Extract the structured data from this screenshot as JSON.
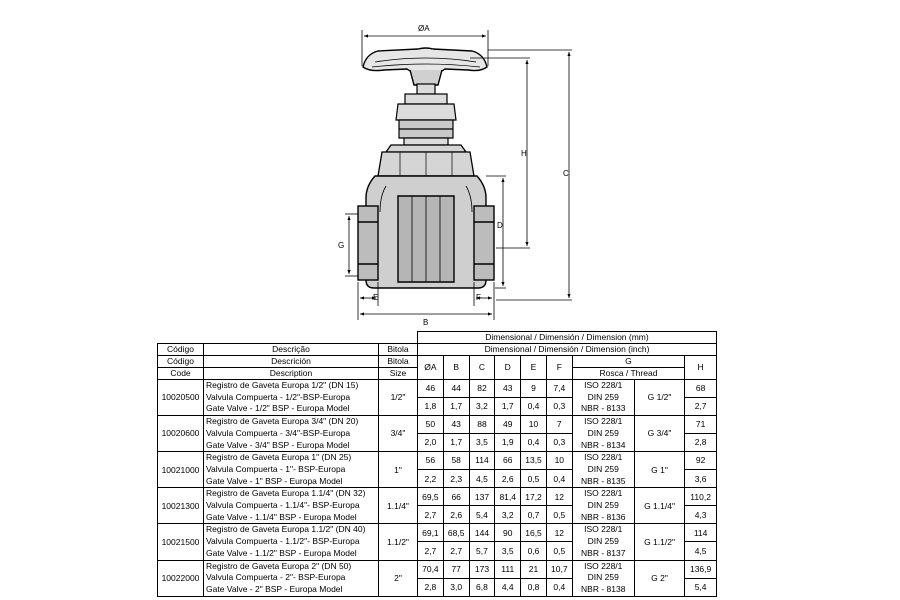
{
  "drawing": {
    "labels": {
      "a": "ØA",
      "h": "H",
      "c": "C",
      "d": "D",
      "g": "G",
      "e": "E",
      "f": "F",
      "b": "B"
    }
  },
  "table": {
    "header": {
      "dim_mm": "Dimensional / Dimensión / Dimension (mm)",
      "dim_inch": "Dimensional / Dimensión / Dimension (inch)",
      "codigo_pt": "Código",
      "codigo_es": "Código",
      "code_en": "Code",
      "desc_pt": "Descrição",
      "desc_es": "Descrición",
      "desc_en": "Description",
      "bitola_pt": "Bitola",
      "bitola_es": "Bitola",
      "size_en": "Size",
      "col_a": "ØA",
      "col_b": "B",
      "col_c": "C",
      "col_d": "D",
      "col_e": "E",
      "col_f": "F",
      "col_g": "G",
      "col_g_sub": "Rosca / Thread",
      "col_h": "H"
    },
    "rows": [
      {
        "code": "10020500",
        "desc_pt": "Registro de Gaveta Europa 1/2\" (DN 15)",
        "desc_es": "Valvula Compuerta - 1/2\"-BSP-Europa",
        "desc_en": "Gate Valve - 1/2\" BSP - Europa Model",
        "size": "1/2\"",
        "mm": [
          "46",
          "44",
          "82",
          "43",
          "9",
          "7,4"
        ],
        "inch": [
          "1,8",
          "1,7",
          "3,2",
          "1,7",
          "0,4",
          "0,3"
        ],
        "std1": "ISO 228/1",
        "std2": "DIN 259",
        "std3": "NBR - 8133",
        "thread": "G 1/2\"",
        "h_mm": "68",
        "h_inch": "2,7"
      },
      {
        "code": "10020600",
        "desc_pt": "Registro de Gaveta Europa 3/4\" (DN 20)",
        "desc_es": "Valvula Compuerta - 3/4\"-BSP-Europa",
        "desc_en": "Gate Valve - 3/4\" BSP - Europa Model",
        "size": "3/4\"",
        "mm": [
          "50",
          "43",
          "88",
          "49",
          "10",
          "7"
        ],
        "inch": [
          "2,0",
          "1,7",
          "3,5",
          "1,9",
          "0,4",
          "0,3"
        ],
        "std1": "ISO 228/1",
        "std2": "DIN 259",
        "std3": "NBR - 8134",
        "thread": "G 3/4\"",
        "h_mm": "71",
        "h_inch": "2,8"
      },
      {
        "code": "10021000",
        "desc_pt": "Registro de Gaveta Europa 1\" (DN 25)",
        "desc_es": "Valvula Compuerta - 1\"- BSP-Europa",
        "desc_en": "Gate Valve - 1\" BSP - Europa Model",
        "size": "1\"",
        "mm": [
          "56",
          "58",
          "114",
          "66",
          "13,5",
          "10"
        ],
        "inch": [
          "2,2",
          "2,3",
          "4,5",
          "2,6",
          "0,5",
          "0,4"
        ],
        "std1": "ISO 228/1",
        "std2": "DIN 259",
        "std3": "NBR - 8135",
        "thread": "G 1\"",
        "h_mm": "92",
        "h_inch": "3,6"
      },
      {
        "code": "10021300",
        "desc_pt": "Registro de Gaveta Europa 1.1/4\" (DN 32)",
        "desc_es": "Valvula Compuerta - 1.1/4\"- BSP-Europa",
        "desc_en": "Gate Valve - 1.1/4\" BSP - Europa Model",
        "size": "1.1/4\"",
        "mm": [
          "69,5",
          "66",
          "137",
          "81,4",
          "17,2",
          "12"
        ],
        "inch": [
          "2,7",
          "2,6",
          "5,4",
          "3,2",
          "0,7",
          "0,5"
        ],
        "std1": "ISO 228/1",
        "std2": "DIN 259",
        "std3": "NBR - 8136",
        "thread": "G 1.1/4\"",
        "h_mm": "110,2",
        "h_inch": "4,3"
      },
      {
        "code": "10021500",
        "desc_pt": "Registro de Gaveta Europa 1.1/2\" (DN 40)",
        "desc_es": "Valvula Compuerta - 1.1/2\"- BSP-Europa",
        "desc_en": "Gate Valve - 1.1/2\" BSP - Europa Model",
        "size": "1.1/2\"",
        "mm": [
          "69,1",
          "68,5",
          "144",
          "90",
          "16,5",
          "12"
        ],
        "inch": [
          "2,7",
          "2,7",
          "5,7",
          "3,5",
          "0,6",
          "0,5"
        ],
        "std1": "ISO 228/1",
        "std2": "DIN 259",
        "std3": "NBR - 8137",
        "thread": "G 1.1/2\"",
        "h_mm": "114",
        "h_inch": "4,5"
      },
      {
        "code": "10022000",
        "desc_pt": "Registro de Gaveta Europa 2\" (DN 50)",
        "desc_es": "Valvula Compuerta - 2\"- BSP-Europa",
        "desc_en": "Gate Valve - 2\" BSP - Europa Model",
        "size": "2\"",
        "mm": [
          "70,4",
          "77",
          "173",
          "111",
          "21",
          "10,7"
        ],
        "inch": [
          "2,8",
          "3,0",
          "6,8",
          "4,4",
          "0,8",
          "0,4"
        ],
        "std1": "ISO 228/1",
        "std2": "DIN 259",
        "std3": "NBR - 8138",
        "thread": "G 2\"",
        "h_mm": "136,9",
        "h_inch": "5,4"
      }
    ]
  }
}
